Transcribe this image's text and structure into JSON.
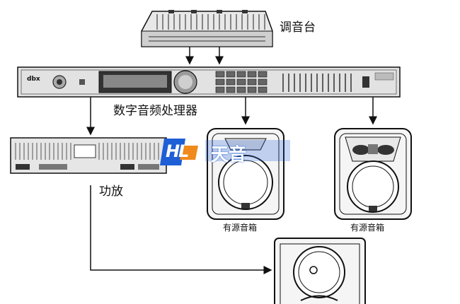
{
  "labels": {
    "mixer": "调音台",
    "processor": "数字音频处理器",
    "amplifier": "功放",
    "speaker_left": "有源音箱",
    "speaker_right": "有源音箱"
  },
  "device_text": {
    "processor_brand": "dbx"
  },
  "watermark": {
    "logo_text": "HL",
    "text": "天音",
    "colors": {
      "logo_blue": "#1e5fd6",
      "logo_orange": "#f08a1c",
      "text_white": "#ffffff"
    }
  },
  "colors": {
    "line": "#111111",
    "panel": "#d9d9d9",
    "panel_dark": "#444444"
  }
}
